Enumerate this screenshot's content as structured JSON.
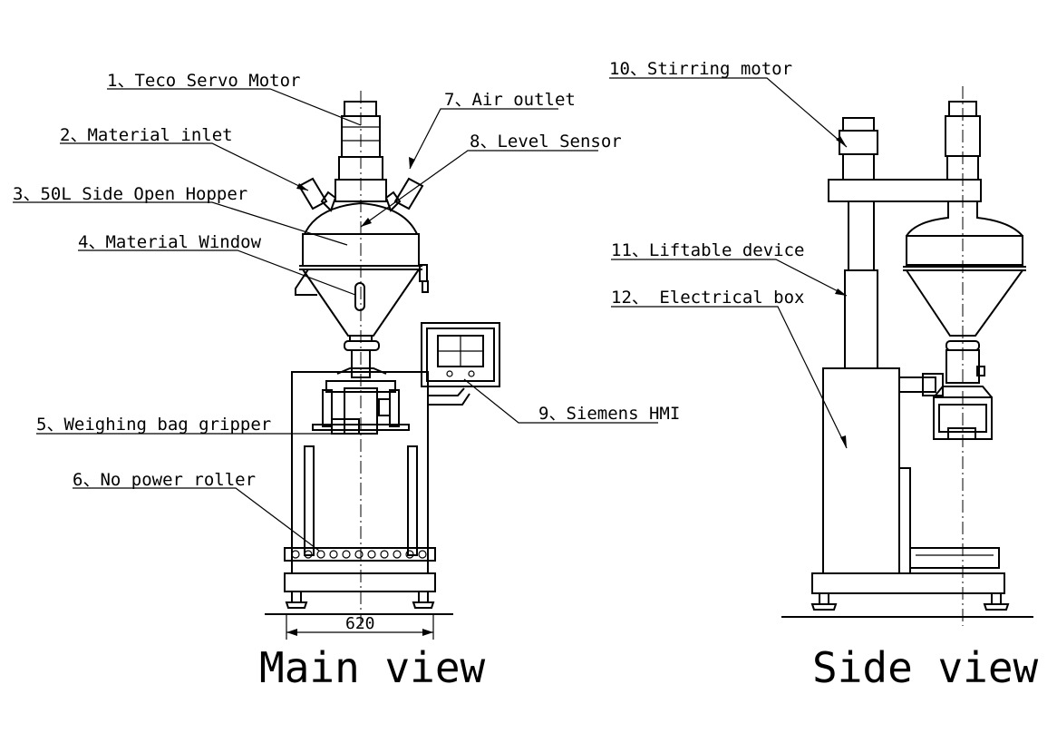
{
  "labels": {
    "l1": "1、Teco Servo Motor",
    "l2": "2、Material inlet",
    "l3": "3、50L Side Open Hopper",
    "l4": "4、Material Window",
    "l5": "5、Weighing bag gripper",
    "l6": "6、No power roller",
    "l7": "7、Air outlet",
    "l8": "8、Level Sensor",
    "l9": "9、Siemens HMI",
    "l10": "10、Stirring motor",
    "l11": "11、Liftable device",
    "l12": "12、 Electrical box"
  },
  "dimension": "620",
  "views": {
    "main": "Main view",
    "side": "Side view"
  }
}
